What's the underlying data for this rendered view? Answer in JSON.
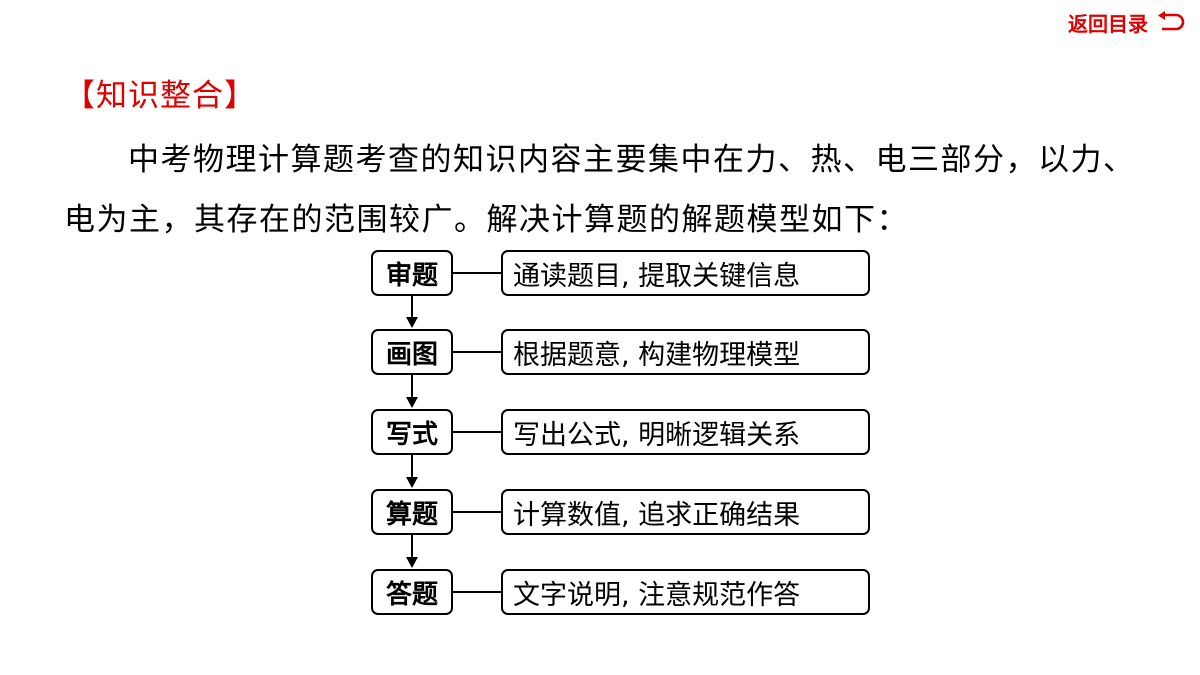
{
  "nav": {
    "back_label": "返回目录"
  },
  "section": {
    "title": "【知识整合】"
  },
  "intro": {
    "text": "中考物理计算题考查的知识内容主要集中在力、热、电三部分，以力、电为主，其存在的范围较广。解决计算题的解题模型如下："
  },
  "flow": {
    "steps": [
      {
        "label": "审题",
        "desc": "通读题目, 提取关键信息"
      },
      {
        "label": "画图",
        "desc": "根据题意, 构建物理模型"
      },
      {
        "label": "写式",
        "desc": "写出公式, 明晰逻辑关系"
      },
      {
        "label": "算题",
        "desc": "计算数值, 追求正确结果"
      },
      {
        "label": "答题",
        "desc": "文字说明, 注意规范作答"
      }
    ]
  },
  "colors": {
    "accent": "#e00000",
    "text": "#000000"
  }
}
